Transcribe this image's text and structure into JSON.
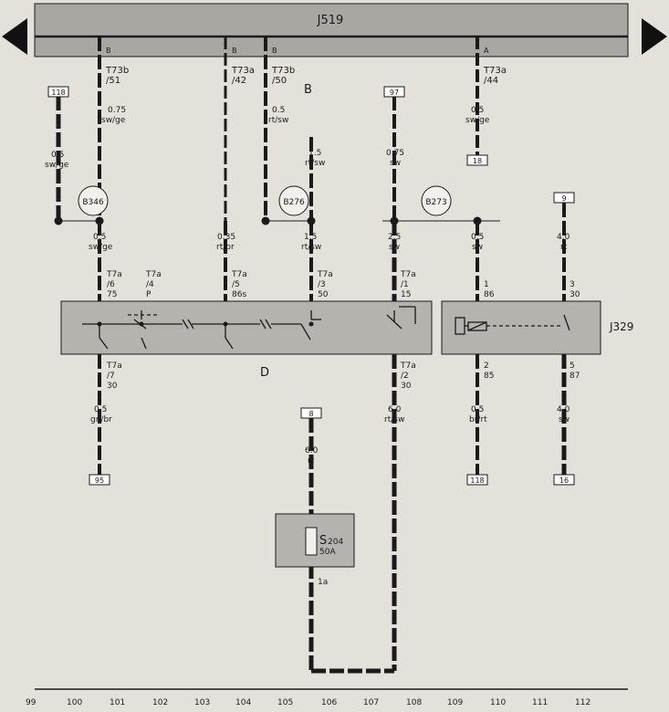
{
  "header": {
    "title": "J519"
  },
  "control_unit": {
    "label": "J329"
  },
  "sections": {
    "b": "B",
    "d": "D"
  },
  "column_numbers": [
    "99",
    "100",
    "101",
    "102",
    "103",
    "104",
    "105",
    "106",
    "107",
    "108",
    "109",
    "110",
    "111",
    "112"
  ],
  "top_connectors": [
    {
      "pin": "B",
      "code": "T73b",
      "num": "/51"
    },
    {
      "pin": "B",
      "code": "T73a",
      "num": "/42"
    },
    {
      "pin": "B",
      "code": "T73b",
      "num": "/50"
    },
    {
      "pin": "A",
      "code": "T73a",
      "num": "/44"
    }
  ],
  "wires": [
    {
      "size": "0.75",
      "color": "sw/ge"
    },
    {
      "size": "0.5",
      "color": "sw/ge"
    },
    {
      "size": "0.5",
      "color": "rt/sw"
    },
    {
      "size": "1.5",
      "color": "rt/sw"
    },
    {
      "size": "0.75",
      "color": "sw"
    },
    {
      "size": "0.5",
      "color": "sw/ge"
    },
    {
      "size": "0.5",
      "color": "sw/ge"
    },
    {
      "size": "0.35",
      "color": "rt/br"
    },
    {
      "size": "1.5",
      "color": "rt/sw"
    },
    {
      "size": "2.5",
      "color": "sw"
    },
    {
      "size": "0.5",
      "color": "sw"
    },
    {
      "size": "4.0",
      "color": "rt"
    },
    {
      "size": "0.5",
      "color": "gn/br"
    },
    {
      "size": "6.0",
      "color": "rt/sw"
    },
    {
      "size": "0.5",
      "color": "br/rt"
    },
    {
      "size": "4.0",
      "color": "sw"
    },
    {
      "size": "6.0",
      "color": "rt"
    }
  ],
  "ref_boxes": [
    "118",
    "97",
    "18",
    "9",
    "95",
    "8",
    "118",
    "16"
  ],
  "circle_labels": [
    "B346",
    "B276",
    "B273"
  ],
  "t7a_connectors": [
    {
      "code": "T7a",
      "num": "/6",
      "pin": "75"
    },
    {
      "code": "T7a",
      "num": "/4",
      "pin": "P"
    },
    {
      "code": "T7a",
      "num": "/5",
      "pin": "86s"
    },
    {
      "code": "T7a",
      "num": "/3",
      "pin": "50"
    },
    {
      "code": "T7a",
      "num": "/1",
      "pin": "15"
    },
    {
      "code": "T7a",
      "num": "/7",
      "pin": "30"
    },
    {
      "code": "T7a",
      "num": "/2",
      "pin": "30"
    }
  ],
  "relay_pins": [
    {
      "num": "1",
      "term": "86"
    },
    {
      "num": "3",
      "term": "30"
    },
    {
      "num": "2",
      "term": "85"
    },
    {
      "num": "5",
      "term": "87"
    }
  ],
  "fuse": {
    "label": "S",
    "sub": "204",
    "rating": "50A",
    "pin": "1a"
  },
  "colors": {
    "background": "#e4e1da",
    "box_fill": "#b5b3ad",
    "header_fill": "#a9a7a2",
    "ink": "#1a1a1a"
  }
}
